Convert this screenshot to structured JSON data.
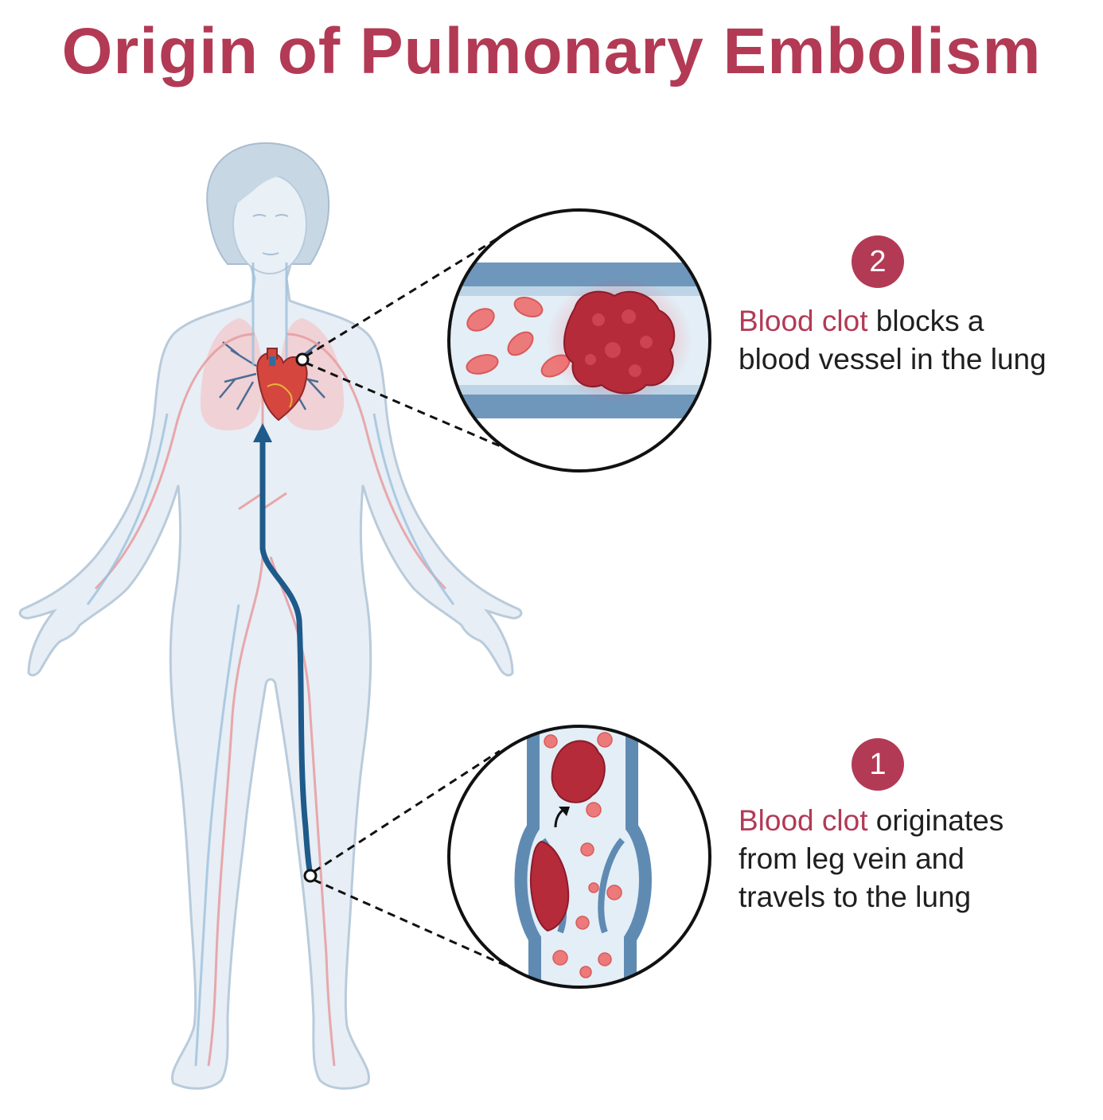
{
  "title": "Origin of Pulmonary Embolism",
  "colors": {
    "accent": "#b23a55",
    "body_fill": "#e7eef5",
    "body_outline": "#b9cbdb",
    "vein": "#2f6f9e",
    "artery": "#e7a0a3",
    "clot": "#b52b3a",
    "rbc": "#ec7a7a",
    "vessel_wall": "#6f97bb",
    "vessel_lumen": "#e3eef6"
  },
  "steps": [
    {
      "number": "2",
      "highlight": "Blood clot",
      "line1_rest": " blocks a",
      "line2": "blood vessel in the lung"
    },
    {
      "number": "1",
      "highlight": "Blood clot",
      "line1_rest": " originates",
      "line2": "from leg vein and",
      "line3": "travels to the lung"
    }
  ]
}
